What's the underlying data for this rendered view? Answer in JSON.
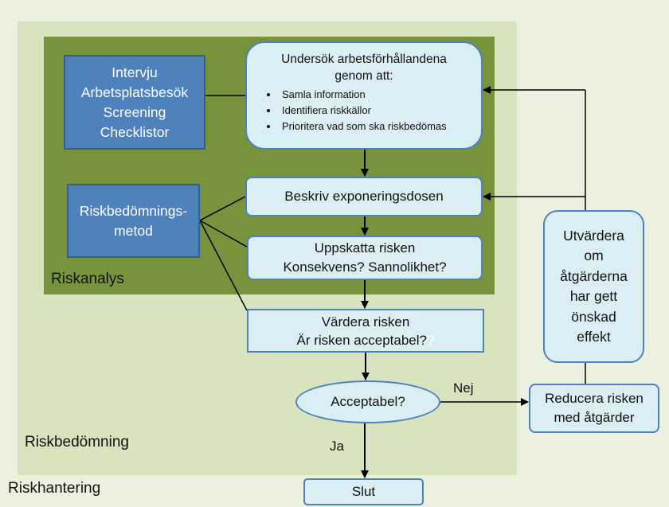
{
  "zones": {
    "riskhantering": "Riskhantering",
    "riskbedomning": "Riskbedömning",
    "riskanalys": "Riskanalys"
  },
  "methods": {
    "line1": "Intervju",
    "line2": "Arbetsplatsbesök",
    "line3": "Screening",
    "line4": "Checklistor"
  },
  "risk_method": {
    "line1": "Riskbedömnings-",
    "line2": "metod"
  },
  "undersok": {
    "title_line1": "Undersök arbetsförhållandena",
    "title_line2": "genom att:",
    "bullets": [
      "Samla information",
      "Identifiera riskkällor",
      "Prioritera vad som ska riskbedömas"
    ]
  },
  "beskriv": "Beskriv exponeringsdosen",
  "uppskatta": {
    "line1": "Uppskatta risken",
    "line2": "Konsekvens? Sannolikhet?"
  },
  "vardera": {
    "line1": "Värdera risken",
    "line2": "Är risken acceptabel?",
    "line2_suffix": "?"
  },
  "acceptabel": "Acceptabel?",
  "nej": "Nej",
  "ja": "Ja",
  "slut": "Slut",
  "reducera": {
    "line1": "Reducera risken",
    "line2": "med åtgärder"
  },
  "utvardera": {
    "lines": [
      "Utvärdera",
      "om",
      "åtgärderna",
      "har gett",
      "önskad",
      "effekt"
    ]
  },
  "colors": {
    "outer_bg": "#ebf1de",
    "mid_bg": "#d7e4bd",
    "inner_bg": "#77933c",
    "method_box": "#4f81bd",
    "node_fill": "#dbeef4",
    "node_border": "#4f81bd"
  }
}
